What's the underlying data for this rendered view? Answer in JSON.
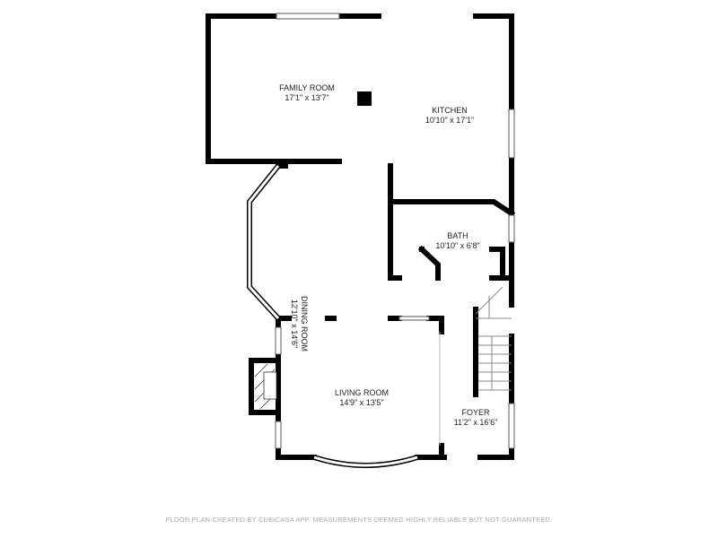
{
  "rooms": [
    {
      "name": "FAMILY ROOM",
      "size": "17'1\" x 13'7\""
    },
    {
      "name": "KITCHEN",
      "size": "10'10\" x 17'1\""
    },
    {
      "name": "BATH",
      "size": "10'10\" x 6'8\""
    },
    {
      "name": "DINING ROOM",
      "size": "12'10\" x 14'6\""
    },
    {
      "name": "LIVING ROOM",
      "size": "14'9\" x 13'5\""
    },
    {
      "name": "FOYER",
      "size": "11'2\" x 16'6\""
    }
  ],
  "footer": "FLOOR PLAN CREATED BY CUBICASA APP. MEASUREMENTS DEEMED HIGHLY RELIABLE BUT NOT GUARANTEED.",
  "colors": {
    "wall": "#000000",
    "window": "#ffffff",
    "text": "#222222",
    "footer": "#aaaaaa"
  }
}
